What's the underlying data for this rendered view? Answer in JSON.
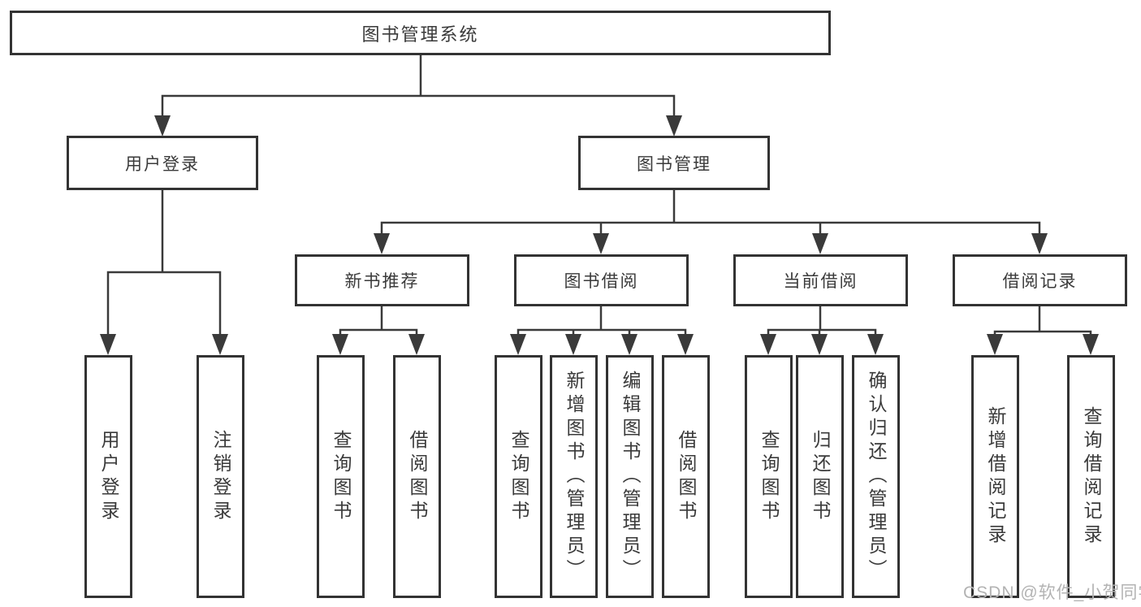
{
  "diagram": {
    "title": "图书管理系统",
    "root": {
      "label": "图书管理系统"
    },
    "level2": [
      {
        "label": "用户登录"
      },
      {
        "label": "图书管理"
      }
    ],
    "level3": [
      {
        "label": "新书推荐",
        "parent": "图书管理"
      },
      {
        "label": "图书借阅",
        "parent": "图书管理"
      },
      {
        "label": "当前借阅",
        "parent": "图书管理"
      },
      {
        "label": "借阅记录",
        "parent": "图书管理"
      }
    ],
    "level4": [
      {
        "label": "用户登录",
        "parent": "用户登录"
      },
      {
        "label": "注销登录",
        "parent": "用户登录"
      },
      {
        "label": "查询图书",
        "parent": "新书推荐"
      },
      {
        "label": "借阅图书",
        "parent": "新书推荐"
      },
      {
        "label": "查询图书",
        "parent": "图书借阅"
      },
      {
        "label": "新增图书（管理员）",
        "parent": "图书借阅"
      },
      {
        "label": "编辑图书（管理员）",
        "parent": "图书借阅"
      },
      {
        "label": "借阅图书",
        "parent": "图书借阅"
      },
      {
        "label": "查询图书",
        "parent": "当前借阅"
      },
      {
        "label": "归还图书",
        "parent": "当前借阅"
      },
      {
        "label": "确认归还（管理员）",
        "parent": "当前借阅"
      },
      {
        "label": "新增借阅记录",
        "parent": "借阅记录"
      },
      {
        "label": "查询借阅记录",
        "parent": "借阅记录"
      }
    ]
  },
  "watermark": {
    "text": "CSDN @软件_小贺同学"
  },
  "colors": {
    "line": "#3a3a3a",
    "box_border": "#333333",
    "text": "#3a3a3a",
    "background": "#ffffff",
    "watermark": "#b3b3b3"
  }
}
